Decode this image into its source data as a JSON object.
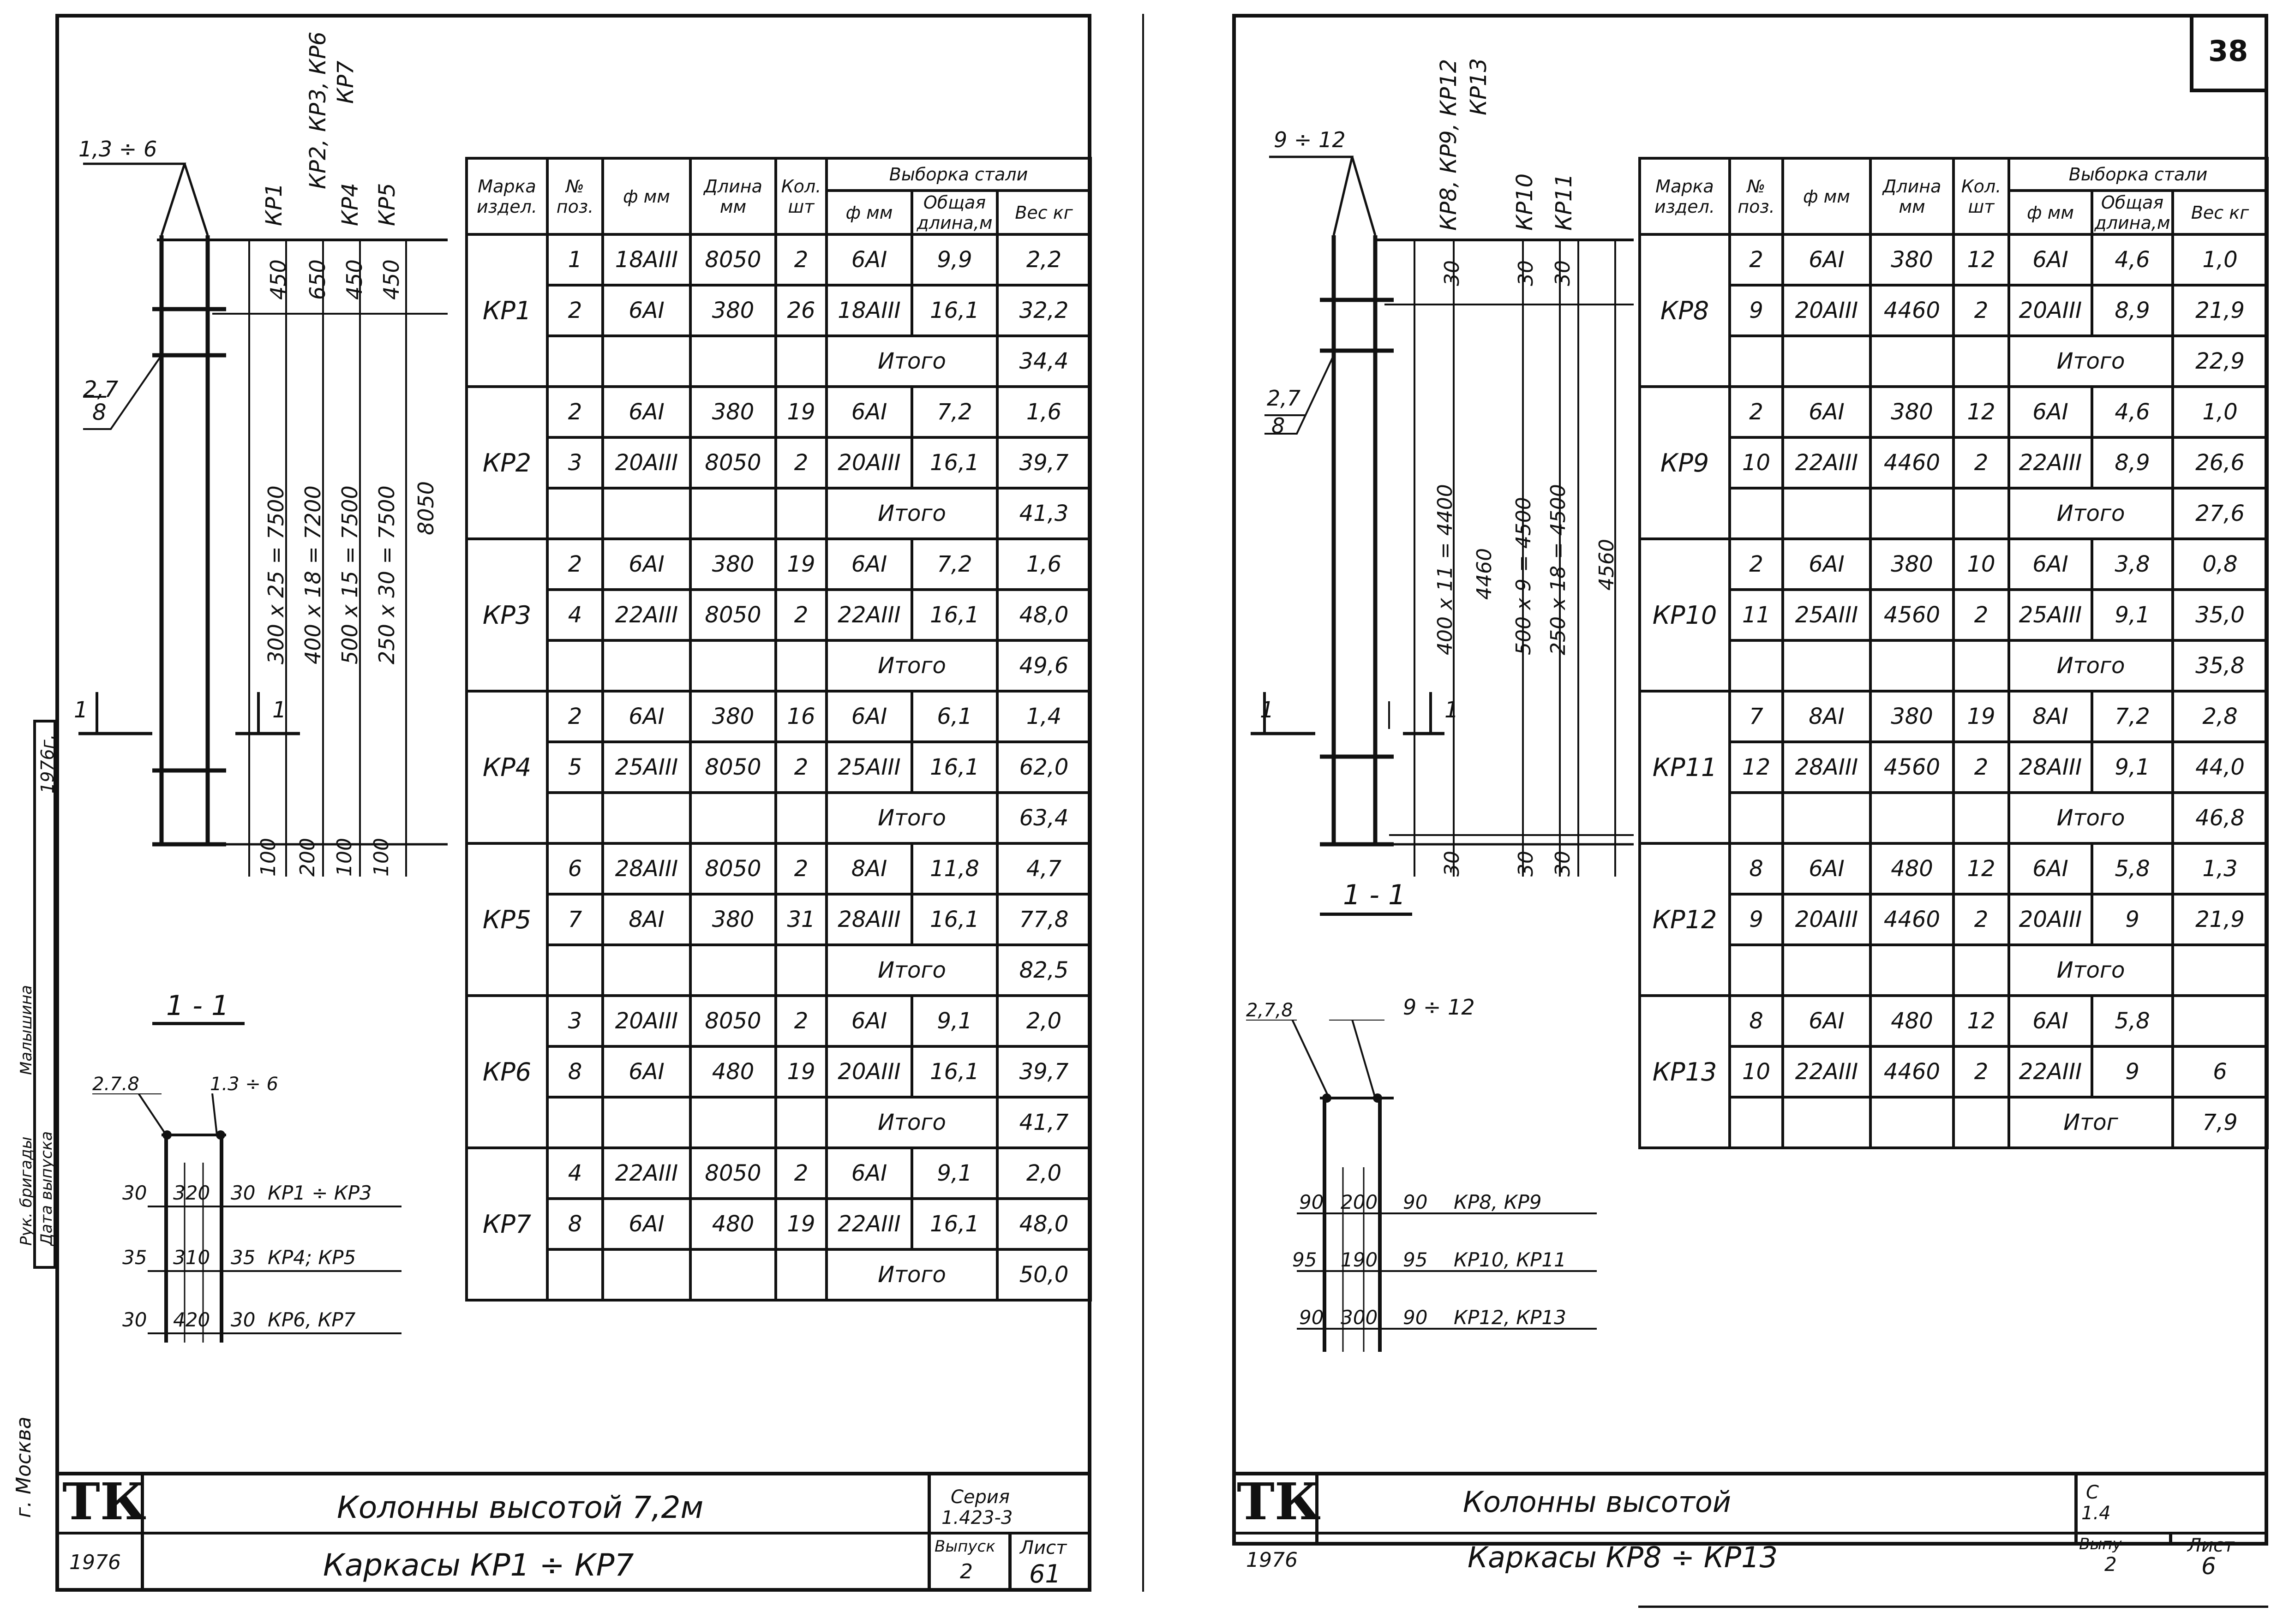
{
  "page_number": "38",
  "left_sidebar": {
    "city": "г. Москва",
    "head_label": "Рук. бригады",
    "head_name": "Малышина",
    "date_label": "Дата выпуска",
    "date_value": "1976г."
  },
  "table_headers": {
    "mark": "Марка издел.",
    "pos": "№ поз.",
    "dia": "ф мм",
    "length": "Длина мм",
    "qty": "Кол. шт",
    "selection": "Выборка стали",
    "sel_dia": "ф мм",
    "sel_total_len": "Общая длина,м",
    "sel_weight": "Вес кг"
  },
  "left_sheet": {
    "drawing": {
      "label_kr_group_top": "КР2, КР3, КР6",
      "label_kr7": "КР7",
      "label_kr1": "КР1",
      "label_kr4": "КР4",
      "label_kr5": "КР5",
      "callout_top": "1,3 ÷ 6",
      "callout_mid_top": "2,7",
      "callout_mid_bottom": "8",
      "dim_450a": "450",
      "dim_650": "650",
      "dim_450b": "450",
      "dim_450c": "450",
      "dim_v1": "300 х 25 = 7500",
      "dim_v2": "400 х 18 = 7200",
      "dim_v3": "500 х 15 = 7500",
      "dim_v4": "250 х 30 = 7500",
      "dim_total": "8050",
      "dim_b1": "100",
      "dim_b2": "200",
      "dim_b3": "100",
      "dim_b4": "100",
      "section_mark": "1",
      "section_title": "1 - 1",
      "sec_callout_left": "2.7.8",
      "sec_callout_right": "1.3 ÷ 6",
      "sec_rows": [
        {
          "a": "30",
          "b": "320",
          "c": "30",
          "label": "КР1 ÷ КР3"
        },
        {
          "a": "35",
          "b": "310",
          "c": "35",
          "label": "КР4; КР5"
        },
        {
          "a": "30",
          "b": "420",
          "c": "30",
          "label": "КР6, КР7"
        }
      ]
    },
    "groups": [
      {
        "mark": "КР1",
        "rows": [
          {
            "pos": "1",
            "dia": "18АIII",
            "len": "8050",
            "qty": "2",
            "sdia": "6АI",
            "slen": "9,9",
            "w": "2,2"
          },
          {
            "pos": "2",
            "dia": "6АI",
            "len": "380",
            "qty": "26",
            "sdia": "18АIII",
            "slen": "16,1",
            "w": "32,2"
          }
        ],
        "total_label": "Итого",
        "total": "34,4"
      },
      {
        "mark": "КР2",
        "rows": [
          {
            "pos": "2",
            "dia": "6АI",
            "len": "380",
            "qty": "19",
            "sdia": "6АI",
            "slen": "7,2",
            "w": "1,6"
          },
          {
            "pos": "3",
            "dia": "20АIII",
            "len": "8050",
            "qty": "2",
            "sdia": "20АIII",
            "slen": "16,1",
            "w": "39,7"
          }
        ],
        "total_label": "Итого",
        "total": "41,3"
      },
      {
        "mark": "КР3",
        "rows": [
          {
            "pos": "2",
            "dia": "6АI",
            "len": "380",
            "qty": "19",
            "sdia": "6АI",
            "slen": "7,2",
            "w": "1,6"
          },
          {
            "pos": "4",
            "dia": "22АIII",
            "len": "8050",
            "qty": "2",
            "sdia": "22АIII",
            "slen": "16,1",
            "w": "48,0"
          }
        ],
        "total_label": "Итого",
        "total": "49,6"
      },
      {
        "mark": "КР4",
        "rows": [
          {
            "pos": "2",
            "dia": "6АI",
            "len": "380",
            "qty": "16",
            "sdia": "6АI",
            "slen": "6,1",
            "w": "1,4"
          },
          {
            "pos": "5",
            "dia": "25АIII",
            "len": "8050",
            "qty": "2",
            "sdia": "25АIII",
            "slen": "16,1",
            "w": "62,0"
          }
        ],
        "total_label": "Итого",
        "total": "63,4"
      },
      {
        "mark": "КР5",
        "rows": [
          {
            "pos": "6",
            "dia": "28АIII",
            "len": "8050",
            "qty": "2",
            "sdia": "8АI",
            "slen": "11,8",
            "w": "4,7"
          },
          {
            "pos": "7",
            "dia": "8АI",
            "len": "380",
            "qty": "31",
            "sdia": "28АIII",
            "slen": "16,1",
            "w": "77,8"
          }
        ],
        "total_label": "Итого",
        "total": "82,5"
      },
      {
        "mark": "КР6",
        "rows": [
          {
            "pos": "3",
            "dia": "20АIII",
            "len": "8050",
            "qty": "2",
            "sdia": "6АI",
            "slen": "9,1",
            "w": "2,0"
          },
          {
            "pos": "8",
            "dia": "6АI",
            "len": "480",
            "qty": "19",
            "sdia": "20АIII",
            "slen": "16,1",
            "w": "39,7"
          }
        ],
        "total_label": "Итого",
        "total": "41,7"
      },
      {
        "mark": "КР7",
        "rows": [
          {
            "pos": "4",
            "dia": "22АIII",
            "len": "8050",
            "qty": "2",
            "sdia": "6АI",
            "slen": "9,1",
            "w": "2,0"
          },
          {
            "pos": "8",
            "dia": "6АI",
            "len": "480",
            "qty": "19",
            "sdia": "22АIII",
            "slen": "16,1",
            "w": "48,0"
          }
        ],
        "total_label": "Итого",
        "total": "50,0"
      }
    ],
    "title_block": {
      "logo": "ТК",
      "year": "1976",
      "title1": "Колонны высотой 7,2м",
      "title2": "Каркасы КР1 ÷ КР7",
      "series_label": "Серия",
      "series_value": "1.423-3",
      "issue_label": "Выпуск",
      "issue_value": "2",
      "sheet_label": "Лист",
      "sheet_value": "61"
    }
  },
  "right_sheet": {
    "drawing": {
      "label_kr_group_top": "КР8, КР9, КР12",
      "label_kr13": "КР13",
      "label_kr10": "КР10",
      "label_kr11": "КР11",
      "callout_top": "9 ÷ 12",
      "callout_mid_top": "2,7",
      "callout_mid_bottom": "8",
      "dim_30a": "30",
      "dim_30b": "30",
      "dim_30c": "30",
      "dim_v1": "400 х 11 = 4400",
      "dim_v2": "4460",
      "dim_v3": "500 х 9 = 4500",
      "dim_v4": "250 х 18 = 4500",
      "dim_v5": "4560",
      "dim_b1": "30",
      "dim_b2": "30",
      "dim_b3": "30",
      "section_mark": "1",
      "section_title": "1 - 1",
      "sec_callout_left": "2,7,8",
      "sec_callout_right": "9 ÷ 12",
      "sec_rows": [
        {
          "a": "90",
          "b": "200",
          "c": "90",
          "label": "КР8, КР9"
        },
        {
          "a": "95",
          "b": "190",
          "c": "95",
          "label": "КР10, КР11"
        },
        {
          "a": "90",
          "b": "300",
          "c": "90",
          "label": "КР12, КР13"
        }
      ]
    },
    "groups": [
      {
        "mark": "КР8",
        "rows": [
          {
            "pos": "2",
            "dia": "6АI",
            "len": "380",
            "qty": "12",
            "sdia": "6АI",
            "slen": "4,6",
            "w": "1,0"
          },
          {
            "pos": "9",
            "dia": "20АIII",
            "len": "4460",
            "qty": "2",
            "sdia": "20АIII",
            "slen": "8,9",
            "w": "21,9"
          }
        ],
        "total_label": "Итого",
        "total": "22,9"
      },
      {
        "mark": "КР9",
        "rows": [
          {
            "pos": "2",
            "dia": "6АI",
            "len": "380",
            "qty": "12",
            "sdia": "6АI",
            "slen": "4,6",
            "w": "1,0"
          },
          {
            "pos": "10",
            "dia": "22АIII",
            "len": "4460",
            "qty": "2",
            "sdia": "22АIII",
            "slen": "8,9",
            "w": "26,6"
          }
        ],
        "total_label": "Итого",
        "total": "27,6"
      },
      {
        "mark": "КР10",
        "rows": [
          {
            "pos": "2",
            "dia": "6АI",
            "len": "380",
            "qty": "10",
            "sdia": "6АI",
            "slen": "3,8",
            "w": "0,8"
          },
          {
            "pos": "11",
            "dia": "25АIII",
            "len": "4560",
            "qty": "2",
            "sdia": "25АIII",
            "slen": "9,1",
            "w": "35,0"
          }
        ],
        "total_label": "Итого",
        "total": "35,8"
      },
      {
        "mark": "КР11",
        "rows": [
          {
            "pos": "7",
            "dia": "8АI",
            "len": "380",
            "qty": "19",
            "sdia": "8АI",
            "slen": "7,2",
            "w": "2,8"
          },
          {
            "pos": "12",
            "dia": "28АIII",
            "len": "4560",
            "qty": "2",
            "sdia": "28АIII",
            "slen": "9,1",
            "w": "44,0"
          }
        ],
        "total_label": "Итого",
        "total": "46,8"
      },
      {
        "mark": "КР12",
        "rows": [
          {
            "pos": "8",
            "dia": "6АI",
            "len": "480",
            "qty": "12",
            "sdia": "6АI",
            "slen": "5,8",
            "w": "1,3"
          },
          {
            "pos": "9",
            "dia": "20АIII",
            "len": "4460",
            "qty": "2",
            "sdia": "20АIII",
            "slen": "9",
            "w": "21,9"
          }
        ],
        "total_label": "Итого",
        "total": ""
      },
      {
        "mark": "КР13",
        "rows": [
          {
            "pos": "8",
            "dia": "6АI",
            "len": "480",
            "qty": "12",
            "sdia": "6АI",
            "slen": "5,8",
            "w": ""
          },
          {
            "pos": "10",
            "dia": "22АIII",
            "len": "4460",
            "qty": "2",
            "sdia": "22АIII",
            "slen": "9",
            "w": "6"
          }
        ],
        "total_label": "Итог",
        "total": "7,9"
      }
    ],
    "title_block": {
      "logo": "ТК",
      "year": "1976",
      "title1": "Колонны высотой",
      "title2": "Каркасы КР8 ÷ КР13",
      "series_label": "С",
      "series_value": "1.4",
      "issue_label": "Выпу",
      "issue_value": "2",
      "sheet_label": "Лист",
      "sheet_value": "6"
    }
  }
}
